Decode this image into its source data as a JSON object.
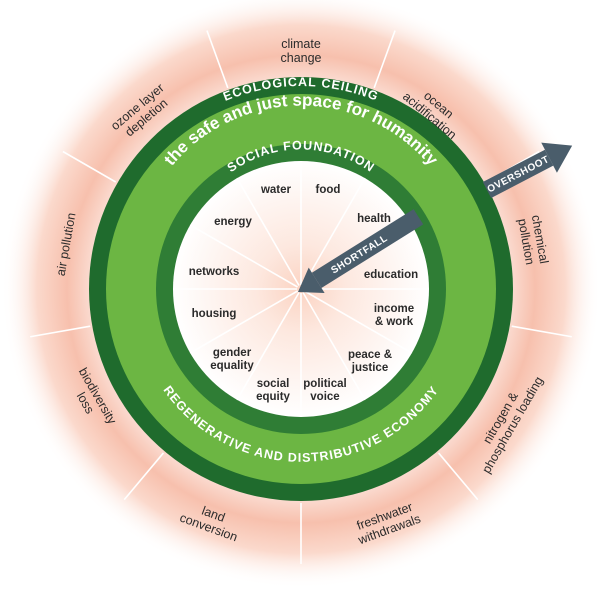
{
  "outer_ceiling": [
    {
      "key": "climate",
      "lines": [
        "climate",
        "change"
      ]
    },
    {
      "key": "ocean",
      "lines": [
        "ocean",
        "acidification"
      ]
    },
    {
      "key": "chemical",
      "lines": [
        "chemical",
        "pollution"
      ]
    },
    {
      "key": "nitrogen",
      "lines": [
        "nitrogen &",
        "phosphorus loading"
      ]
    },
    {
      "key": "freshwater",
      "lines": [
        "freshwater",
        "withdrawals"
      ]
    },
    {
      "key": "land",
      "lines": [
        "land",
        "conversion"
      ]
    },
    {
      "key": "biodiversity",
      "lines": [
        "biodiversity",
        "loss"
      ]
    },
    {
      "key": "air",
      "lines": [
        "air pollution"
      ]
    },
    {
      "key": "ozone",
      "lines": [
        "ozone layer",
        "depletion"
      ]
    }
  ],
  "social_foundation": [
    {
      "key": "food",
      "lines": [
        "food"
      ]
    },
    {
      "key": "health",
      "lines": [
        "health"
      ]
    },
    {
      "key": "education",
      "lines": [
        "education"
      ]
    },
    {
      "key": "income",
      "lines": [
        "income",
        "& work"
      ]
    },
    {
      "key": "peace",
      "lines": [
        "peace &",
        "justice"
      ]
    },
    {
      "key": "political",
      "lines": [
        "political",
        "voice"
      ]
    },
    {
      "key": "social_equity",
      "lines": [
        "social",
        "equity"
      ]
    },
    {
      "key": "gender",
      "lines": [
        "gender",
        "equality"
      ]
    },
    {
      "key": "housing",
      "lines": [
        "housing"
      ]
    },
    {
      "key": "networks",
      "lines": [
        "networks"
      ]
    },
    {
      "key": "energy",
      "lines": [
        "energy"
      ]
    },
    {
      "key": "water",
      "lines": [
        "water"
      ]
    }
  ],
  "ring_titles": {
    "ecological_ceiling": "ECOLOGICAL CEILING",
    "safe_space": "the safe and just space for humanity",
    "social_foundation": "SOCIAL FOUNDATION",
    "economy": "REGENERATIVE AND DISTRIBUTIVE ECONOMY"
  },
  "arrows": {
    "overshoot": "OVERSHOOT",
    "shortfall": "SHORTFALL"
  },
  "colors": {
    "dark_green": "#1f6b2d",
    "light_green": "#6cb643",
    "mid_green": "#2f7d35",
    "arrow": "#4a5d6b",
    "glow": "#f0a08a",
    "divider": "#ffffff"
  }
}
